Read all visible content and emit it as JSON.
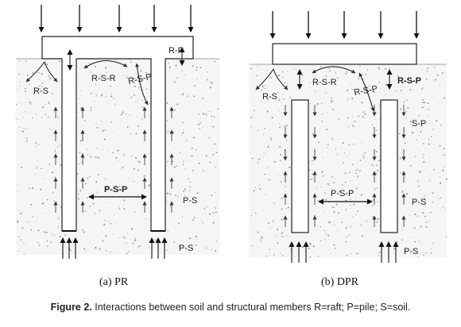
{
  "panel_a": {
    "subtitle": "(a)  PR",
    "labels": {
      "r_p": "R-P",
      "r_s": "R-S",
      "r_s_r": "R-S-R",
      "r_s_p": "R-S-P",
      "p_s_p": "P-S-P",
      "p_s_side": "P-S",
      "p_s_tip": "P-S"
    }
  },
  "panel_b": {
    "subtitle": "(b)  DPR",
    "labels": {
      "r_s": "R-S",
      "r_s_r": "R-S-R",
      "r_s_p": "R-S-P",
      "r_s_p_right": "R-S-P",
      "s_p": "S-P",
      "p_s_p": "P-S-P",
      "p_s_side": "P-S",
      "p_s_tip": "P-S"
    }
  },
  "caption": {
    "label": "Figure 2.",
    "text": " Interactions between soil and structural members R=raft; P=pile; S=soil."
  }
}
